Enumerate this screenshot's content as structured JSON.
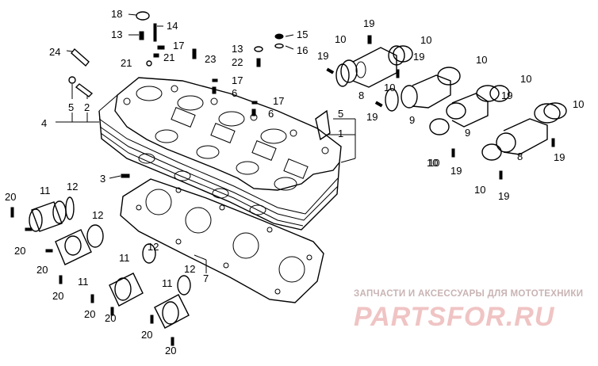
{
  "watermark": {
    "line1": "ЗАПЧАСТИ И АКСЕССУАРЫ ДЛЯ МОТОТЕХНИКИ",
    "logo": "PARTSFOR.RU",
    "logo_color": "#f0c4c4"
  },
  "callouts": {
    "c1": "1",
    "c2": "2",
    "c3": "3",
    "c4": "4",
    "c5a": "5",
    "c5b": "5",
    "c6a": "6",
    "c6b": "6",
    "c7": "7",
    "c8a": "8",
    "c8b": "8",
    "c9a": "9",
    "c9b": "9",
    "c10a": "10",
    "c10b": "10",
    "c10c": "10",
    "c10d": "10",
    "c10e": "10",
    "c10f": "10",
    "c10g": "10",
    "c10h": "10",
    "c10i": "10",
    "c11a": "11",
    "c11b": "11",
    "c11c": "11",
    "c11d": "11",
    "c12a": "12",
    "c12b": "12",
    "c12c": "12",
    "c12d": "12",
    "c13a": "13",
    "c13b": "13",
    "c14": "14",
    "c15": "15",
    "c16": "16",
    "c17a": "17",
    "c17b": "17",
    "c17c": "17",
    "c18": "18",
    "c19a": "19",
    "c19b": "19",
    "c19c": "19",
    "c19d": "19",
    "c19e": "19",
    "c19f": "19",
    "c19g": "19",
    "c20a": "20",
    "c20b": "20",
    "c20c": "20",
    "c20d": "20",
    "c20e": "20",
    "c20f": "20",
    "c20g": "20",
    "c20h": "20",
    "c21a": "21",
    "c21b": "21",
    "c22": "22",
    "c23": "23",
    "c24": "24"
  }
}
